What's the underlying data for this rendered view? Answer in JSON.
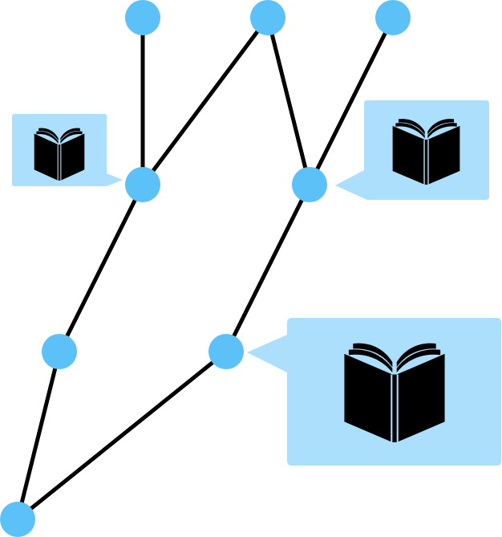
{
  "colors": {
    "background": "#ffffff",
    "node": "#5bc1f6",
    "edge": "#000000",
    "callout": "#abdffb",
    "book_small": "#f58d82",
    "book_medium": "#f18c00",
    "book_large": "#e84c3d",
    "book_stripe": "#abdffb"
  },
  "diagram": {
    "nodes": [
      {
        "id": "n-top-left"
      },
      {
        "id": "n-top-center"
      },
      {
        "id": "n-top-right"
      },
      {
        "id": "n-mid-left"
      },
      {
        "id": "n-mid-right"
      },
      {
        "id": "n-lower-left"
      },
      {
        "id": "n-lower-right"
      },
      {
        "id": "n-root"
      }
    ],
    "edges": [
      {
        "from": "n-top-left",
        "to": "n-mid-left"
      },
      {
        "from": "n-top-center",
        "to": "n-mid-left"
      },
      {
        "from": "n-top-center",
        "to": "n-mid-right"
      },
      {
        "from": "n-top-right",
        "to": "n-mid-right"
      },
      {
        "from": "n-mid-left",
        "to": "n-lower-left"
      },
      {
        "from": "n-mid-right",
        "to": "n-lower-right"
      },
      {
        "from": "n-lower-left",
        "to": "n-root"
      },
      {
        "from": "n-lower-right",
        "to": "n-root"
      }
    ],
    "callouts": [
      {
        "id": "callout-small",
        "attached_to": "n-mid-left",
        "icon": "open-book-icon",
        "size": "small"
      },
      {
        "id": "callout-medium",
        "attached_to": "n-mid-right",
        "icon": "open-book-icon",
        "size": "medium"
      },
      {
        "id": "callout-large",
        "attached_to": "n-lower-right",
        "icon": "open-book-icon",
        "size": "large"
      }
    ]
  }
}
